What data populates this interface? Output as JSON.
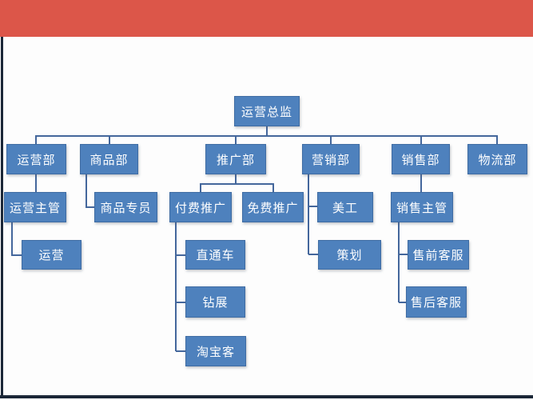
{
  "slide": {
    "background": "#fdfdfd"
  },
  "colors": {
    "banner": "#dc5649",
    "node_fill": "#4e81bd",
    "node_border": "#3f6ca3",
    "connector": "#44679c",
    "edge": "#1b2737",
    "node_text": "#ffffff"
  },
  "org": {
    "root": "运营总监",
    "departments": [
      {
        "name": "运营部",
        "children": [
          {
            "name": "运营主管",
            "children": [
              {
                "name": "运营"
              }
            ]
          }
        ]
      },
      {
        "name": "商品部",
        "children": [
          {
            "name": "商品专员"
          }
        ]
      },
      {
        "name": "推广部",
        "children": [
          {
            "name": "付费推广",
            "children": [
              {
                "name": "直通车"
              },
              {
                "name": "钻展"
              },
              {
                "name": "淘宝客"
              }
            ]
          },
          {
            "name": "免费推广"
          }
        ]
      },
      {
        "name": "营销部",
        "children": [
          {
            "name": "美工"
          },
          {
            "name": "策划"
          }
        ]
      },
      {
        "name": "销售部",
        "children": [
          {
            "name": "销售主管",
            "children": [
              {
                "name": "售前客服"
              },
              {
                "name": "售后客服"
              }
            ]
          }
        ]
      },
      {
        "name": "物流部"
      }
    ]
  }
}
